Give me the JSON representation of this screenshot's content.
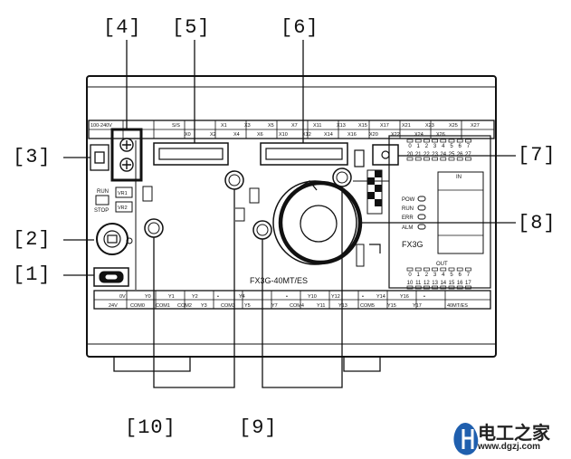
{
  "callouts": {
    "c1": "[1]",
    "c2": "[2]",
    "c3": "[3]",
    "c4": "[4]",
    "c5": "[5]",
    "c6": "[6]",
    "c7": "[7]",
    "c8": "[8]",
    "c9": "[9]",
    "c10": "[10]"
  },
  "plc": {
    "model": "FX3G-40MT/ES",
    "brand_logo": "FX3G",
    "model_tag": "40MT/ES",
    "supply_label": "100-240V",
    "run_label": "RUN",
    "stop_label": "STOP",
    "vr1": "VR1",
    "vr2": "VR2",
    "in_label": "IN",
    "out_label": "OUT",
    "status": [
      "POW",
      "RUN",
      "ERR",
      "ALM"
    ],
    "in_leds_top": [
      "0",
      "1",
      "2",
      "3",
      "4",
      "5",
      "6",
      "7"
    ],
    "in_leds_bottom": [
      "20",
      "21",
      "22",
      "23",
      "24",
      "25",
      "26",
      "27"
    ],
    "out_leds_top": [
      "0",
      "1",
      "2",
      "3",
      "4",
      "5",
      "6",
      "7"
    ],
    "out_leds_bottom": [
      "10",
      "11",
      "12",
      "13",
      "14",
      "15",
      "16",
      "17"
    ],
    "input_terms_top": [
      "S/S",
      "X1",
      "X3",
      "X5",
      "X7",
      "X11",
      "X13",
      "X15",
      "X17",
      "X21",
      "X23",
      "X25",
      "X27"
    ],
    "input_terms_bottom": [
      "X0",
      "X2",
      "X4",
      "X6",
      "X10",
      "X12",
      "X14",
      "X16",
      "X20",
      "X22",
      "X24",
      "X26"
    ],
    "output_terms_top": [
      "0V",
      "Y0",
      "Y1",
      "Y2",
      "•",
      "Y4",
      "•",
      "Y10",
      "Y12",
      "•",
      "Y14",
      "Y16",
      "•"
    ],
    "output_terms_bottom": [
      "24V",
      "COM0",
      "COM1",
      "COM2",
      "Y3",
      "COM3",
      "Y5",
      "Y7",
      "COM4",
      "Y11",
      "Y13",
      "COM5",
      "Y15",
      "Y17"
    ]
  },
  "watermark": {
    "name": "电工之家",
    "url": "www.dgzj.com",
    "logo_color": "#1f5fae"
  }
}
